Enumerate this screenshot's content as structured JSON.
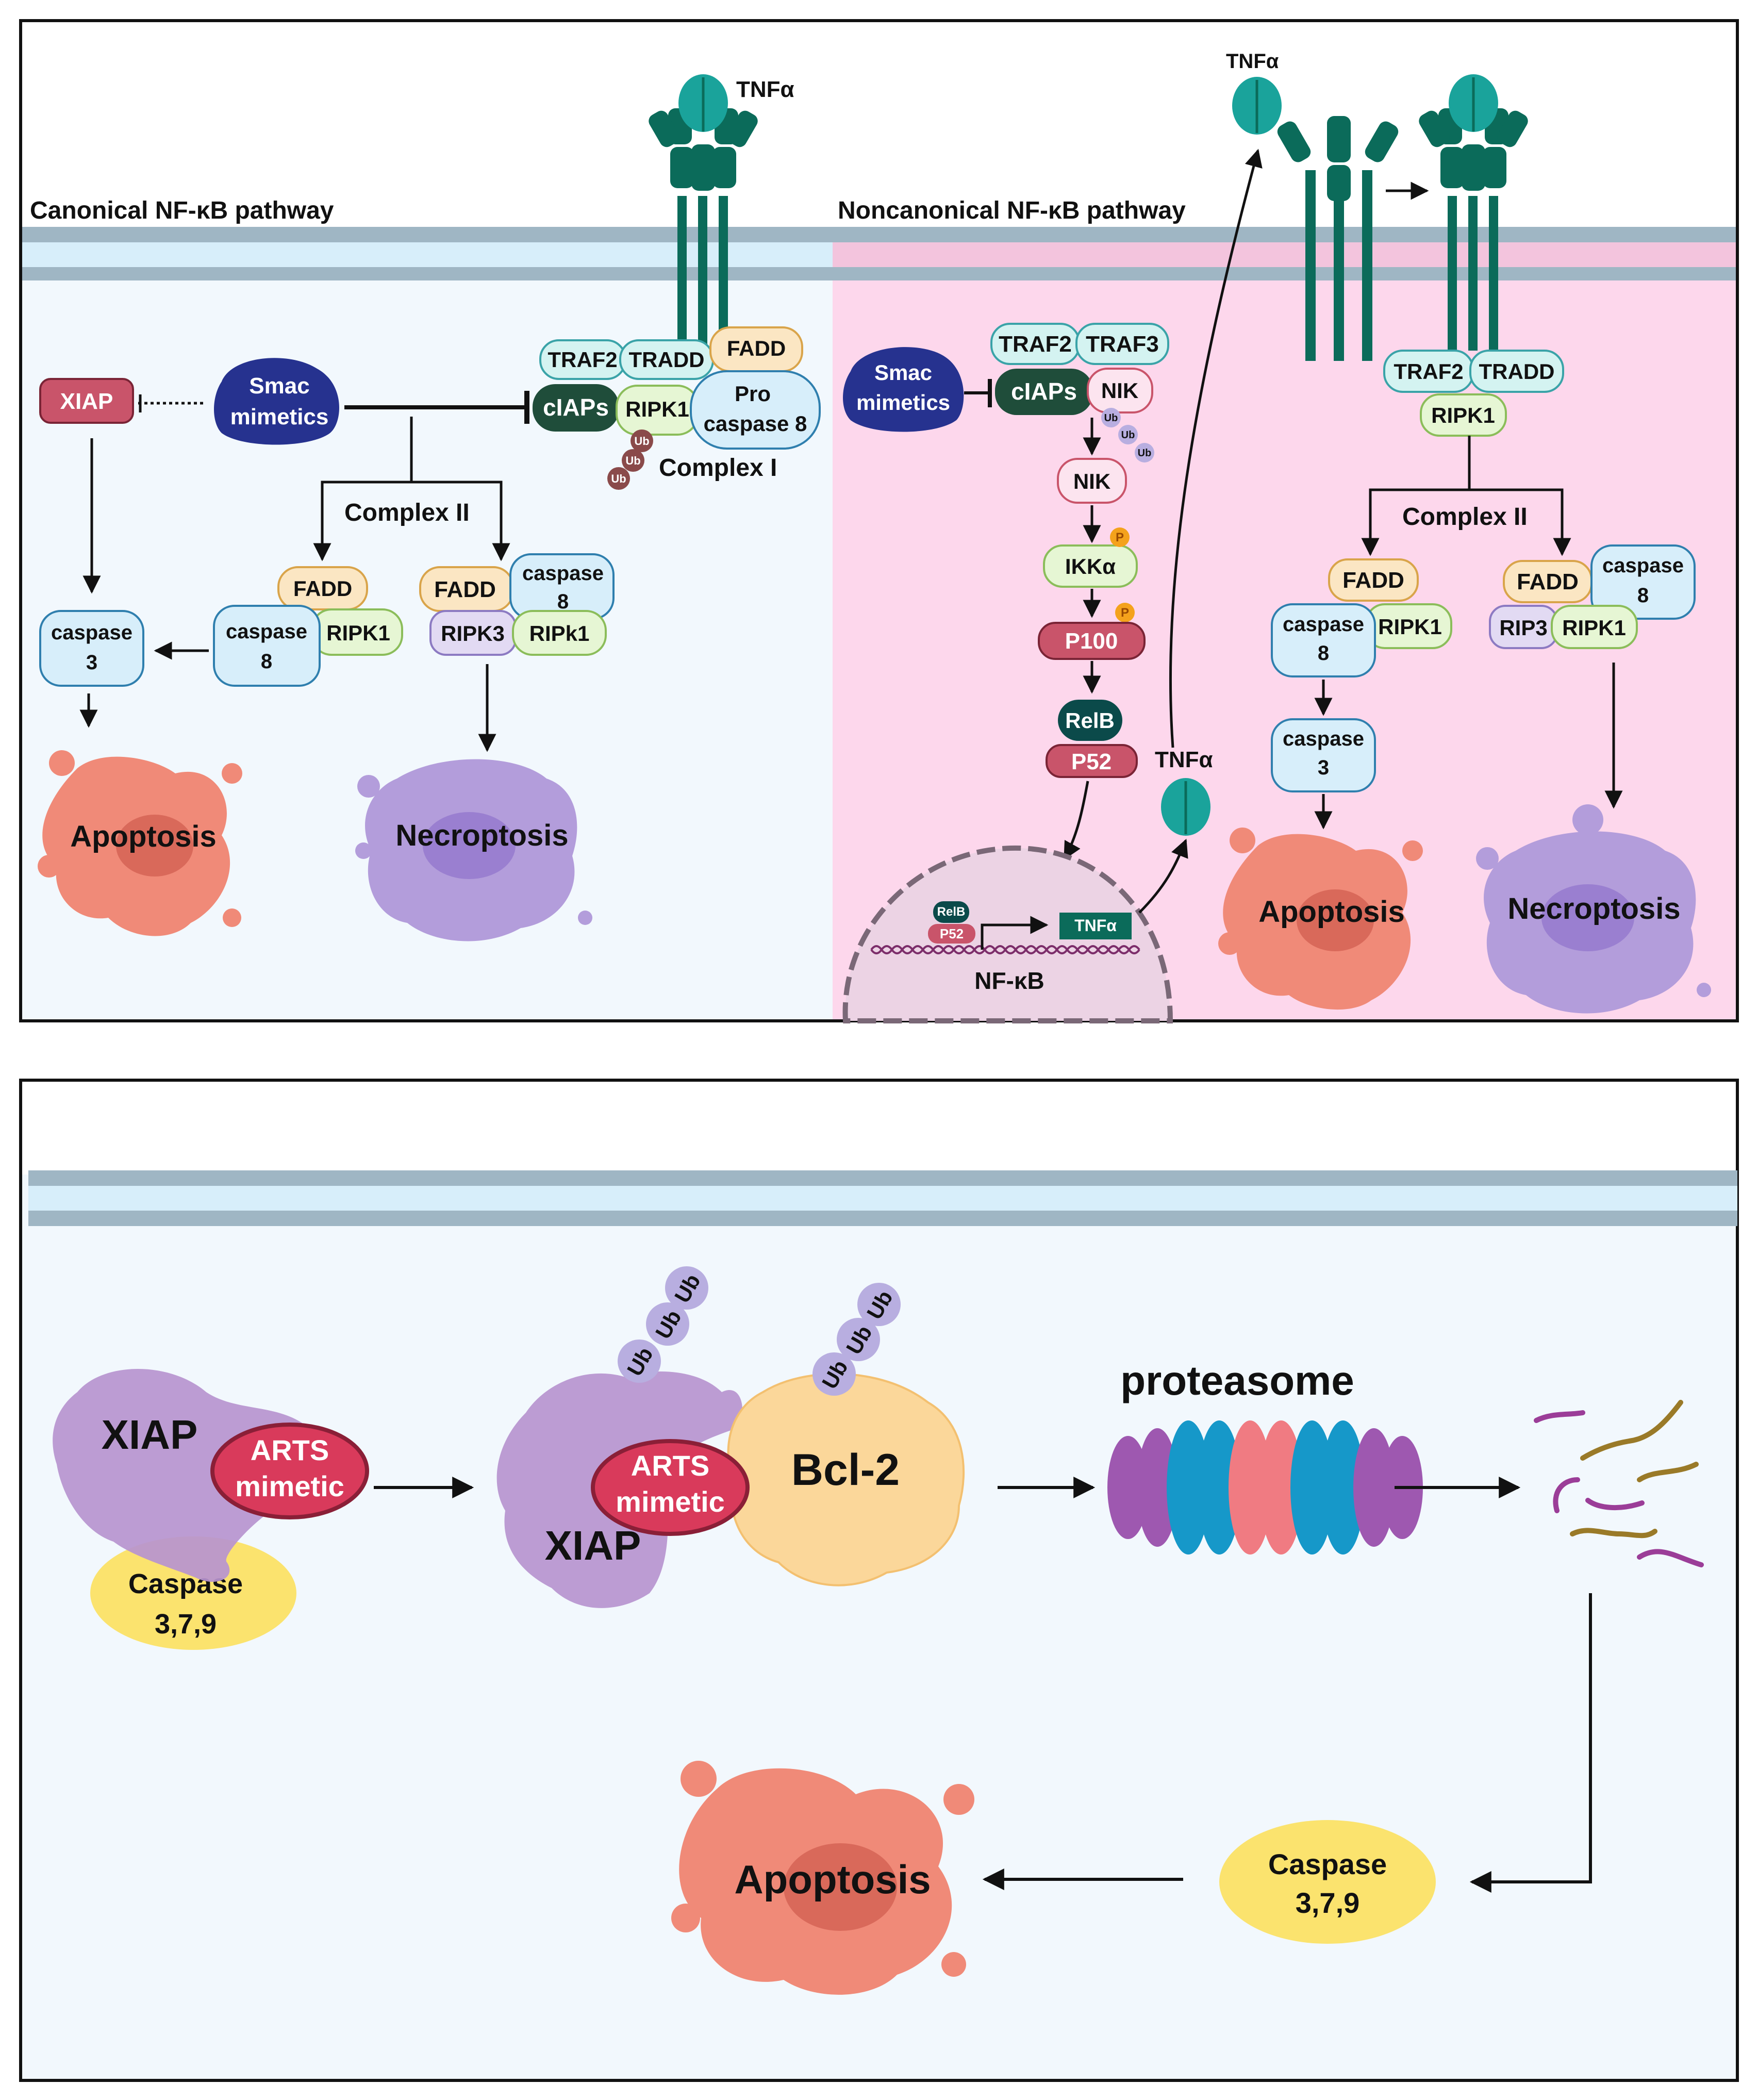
{
  "top_panel": {
    "canonical_title": "Canonical  NF-κB pathway",
    "noncanonical_title": "Noncanonical  NF-κB pathway",
    "tnfa": "TNFα",
    "xiap": "XIAP",
    "smac_line1": "Smac",
    "smac_line2": "mimetics",
    "traf2": "TRAF2",
    "traf3": "TRAF3",
    "tradd": "TRADD",
    "fadd": "FADD",
    "ciaps": "cIAPs",
    "ripk1": "RIPK1",
    "ripk1_alt": "RIPk1",
    "ripk3": "RIPK3",
    "rip3": "RIP3",
    "pro": "Pro",
    "caspase8_inline": "caspase 8",
    "caspase": "caspase",
    "num3": "3",
    "num8": "8",
    "complex1": "Complex I",
    "complex2": "Complex II",
    "ub": "Ub",
    "nik": "NIK",
    "ikka": "IKKα",
    "p": "P",
    "p100": "P100",
    "relb": "RelB",
    "p52": "P52",
    "nfkb": "NF-κB",
    "apoptosis": "Apoptosis",
    "necroptosis": "Necroptosis"
  },
  "bottom_panel": {
    "xiap": "XIAP",
    "arts_line1": "ARTS",
    "arts_line2": "mimetic",
    "caspase_line1": "Caspase",
    "caspase_line2": "3,7,9",
    "bcl2": "Bcl-2",
    "ub": "Ub",
    "proteasome": "proteasome",
    "apoptosis": "Apoptosis"
  },
  "colors": {
    "canonical_bg": "#f2f8fd",
    "noncanonical_bg": "#fdd7ec",
    "membrane_band": "#9fb6c4",
    "membrane_inner": "#d7eefa",
    "receptor": "#0b6b5a",
    "tnf": "#1aa39b",
    "ciaps": "#1f4d3a",
    "smac": "#26328f",
    "xiap_tag": "#c9546a",
    "p100": "#c9546a",
    "relb": "#0b4a4a",
    "fadd_fill": "#fbe6c3",
    "caspase_fill": "#d7eefa",
    "ripk1_fill": "#e6f6d4",
    "traf_fill": "#d4f3f1",
    "ripk3_fill": "#e2daf3",
    "apoptosis_cell": "#f08a78",
    "necroptosis_cell": "#b39ddb",
    "arts": "#d93a5b",
    "caspase_yellow": "#fbe36e",
    "bcl2": "#fbd79a",
    "xiap_blob": "#b794cf"
  }
}
